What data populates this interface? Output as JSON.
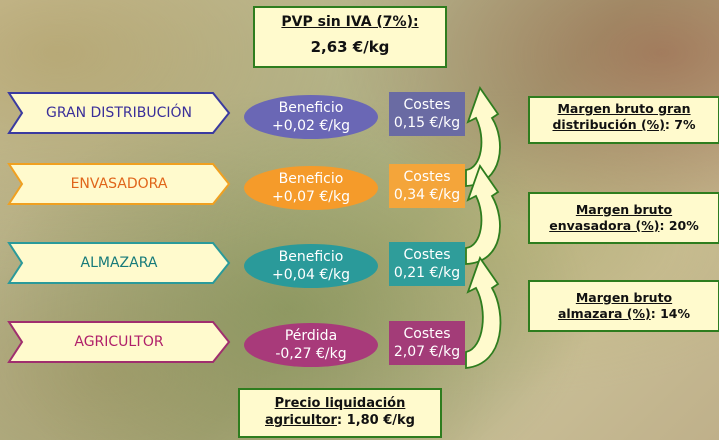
{
  "pvp": {
    "label": "PVP sin IVA (7%):",
    "value": "2,63 €/kg"
  },
  "stages": [
    {
      "name": "GRAN DISTRIBUCIÓN",
      "oval_title": "Beneficio",
      "oval_value": "+0,02 €/kg",
      "cost_title": "Costes",
      "cost_value": "0,15 €/kg",
      "text_color": "#3a2f9a",
      "border_color": "#3a3aa0",
      "oval_color": "#6a67b5",
      "cost_color": "#6a6ba3"
    },
    {
      "name": "ENVASADORA",
      "oval_title": "Beneficio",
      "oval_value": "+0,07 €/kg",
      "cost_title": "Costes",
      "cost_value": "0,34 €/kg",
      "text_color": "#e0651a",
      "border_color": "#f0a020",
      "oval_color": "#f59b2a",
      "cost_color": "#f4a53a"
    },
    {
      "name": "ALMAZARA",
      "oval_title": "Beneficio",
      "oval_value": "+0,04 €/kg",
      "cost_title": "Costes",
      "cost_value": "0,21 €/kg",
      "text_color": "#167a7a",
      "border_color": "#2a9a9a",
      "oval_color": "#2a9a9a",
      "cost_color": "#2f9d9a"
    },
    {
      "name": "AGRICULTOR",
      "oval_title": "Pérdida",
      "oval_value": "-0,27 €/kg",
      "cost_title": "Costes",
      "cost_value": "2,07 €/kg",
      "text_color": "#b0206a",
      "border_color": "#a02e6e",
      "oval_color": "#a83a7a",
      "cost_color": "#a33c78"
    }
  ],
  "margins": [
    {
      "line1": "Margen bruto gran",
      "line2_u": "distribución (%)",
      "line2_rest": ":  7%"
    },
    {
      "line1": "Margen bruto",
      "line2_u": "envasadora (%)",
      "line2_rest": ":  20%"
    },
    {
      "line1": "Margen bruto",
      "line2_u": "almazara (%)",
      "line2_rest": ":  14%"
    }
  ],
  "precio": {
    "line1": "Precio liquidación",
    "line2_u": "agricultor",
    "line2_rest": ": 1,80 €/kg"
  },
  "colors": {
    "box_border": "#2e7d1e",
    "box_fill": "#fffacd",
    "arrow_fill": "#fffacd",
    "arrow_stroke": "#2e7d1e"
  }
}
